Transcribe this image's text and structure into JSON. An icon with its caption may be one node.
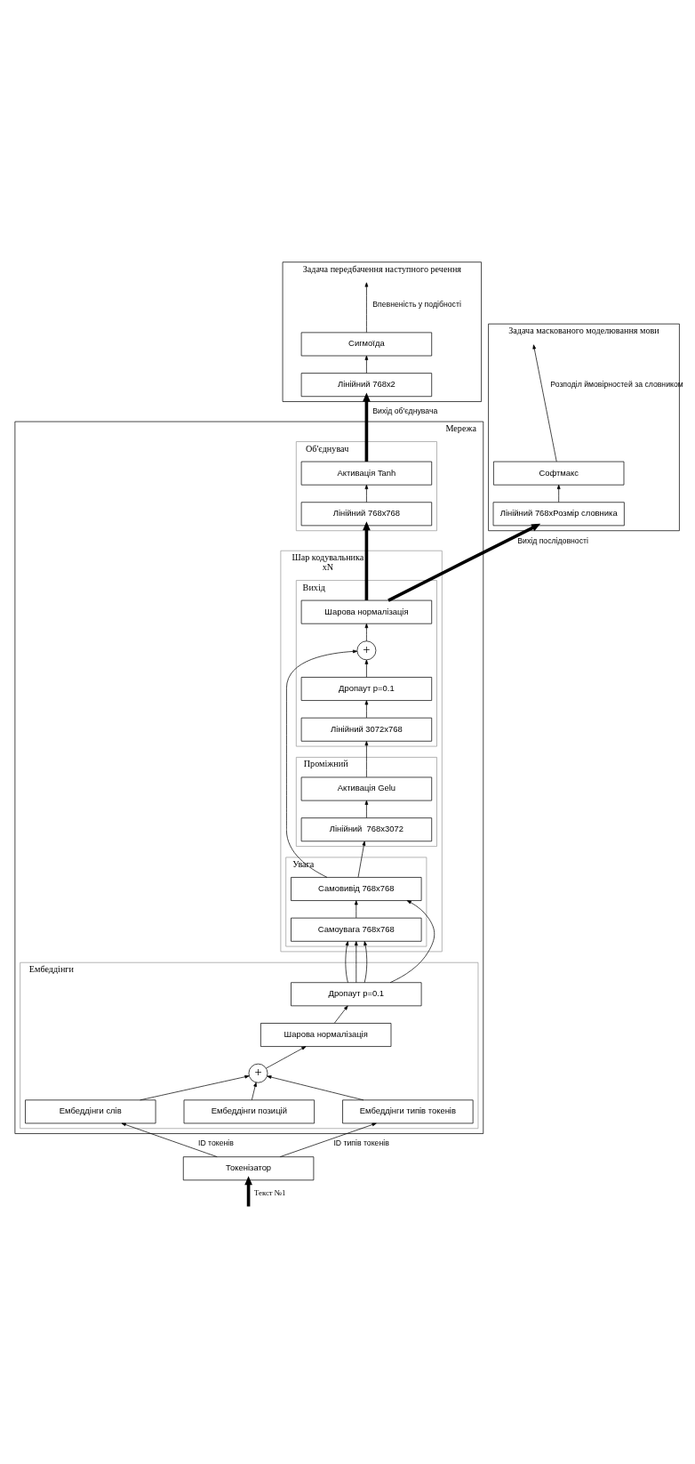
{
  "diagram": {
    "nodes": [
      {
        "text": [
          "Задача передбачення наступного речення"
        ]
      },
      {
        "text": [
          "Лінійний 768x2"
        ],
        "in": 0
      },
      {
        "text": [
          "Сигмоїда"
        ],
        "in": 0
      },
      {
        "text": [
          "Задача маскованого моделювання мови"
        ]
      },
      {
        "text": [
          "Лінійний 768xРозмір словника"
        ],
        "in": 3
      },
      {
        "text": [
          "Софтмакс"
        ],
        "in": 3
      },
      {
        "text": [
          "Мережа"
        ]
      },
      {
        "text": [
          "Об'єднувач"
        ],
        "in": 6
      },
      {
        "text": [
          "Лінійний 768x768"
        ],
        "in": 7
      },
      {
        "text": [
          "Активація Tanh"
        ],
        "in": 7
      },
      {
        "text": [
          "Шар кодувальника",
          "xN"
        ],
        "in": 6
      },
      {
        "text": [
          "Вихід"
        ],
        "in": 10
      },
      {
        "text": [
          "Лінійний 3072x768"
        ],
        "in": 11
      },
      {
        "text": [
          "Дропаут p=0.1"
        ],
        "in": 11
      },
      {
        "text": [
          "+"
        ],
        "in": 11
      },
      {
        "text": [
          "Шарова нормалізація"
        ],
        "in": 11
      },
      {
        "text": [
          "Проміжний"
        ],
        "in": 10
      },
      {
        "text": [
          "Лінійний  768x3072"
        ],
        "in": 16
      },
      {
        "text": [
          "Активація Gelu"
        ],
        "in": 16
      },
      {
        "text": [
          "Увага"
        ],
        "in": 10
      },
      {
        "text": [
          "Самоувага 768x768"
        ],
        "in": 19
      },
      {
        "text": [
          "Самовивід 768x768"
        ],
        "in": 19
      },
      {
        "text": [
          "Ембеддінги"
        ],
        "in": 6
      },
      {
        "text": [
          "Ембеддінги слів"
        ],
        "in": 22
      },
      {
        "text": [
          "Ембеддінги позицій"
        ],
        "in": 22
      },
      {
        "text": [
          "Ембеддінги типів токенів"
        ],
        "in": 22
      },
      {
        "text": [
          "+"
        ],
        "in": 22
      },
      {
        "text": [
          "Шарова нормалізація"
        ],
        "in": 22
      },
      {
        "text": [
          "Дропаут p=0.1"
        ],
        "in": 22
      },
      {
        "text": [
          "Токенізатор"
        ]
      }
    ],
    "edges": [
      {
        "from": null,
        "to": 29,
        "arrow": "to",
        "style": "thick",
        "label": "Текст №1"
      },
      {
        "from": 29,
        "to": 23,
        "arrow": "to",
        "label": "ID токенів"
      },
      {
        "from": 29,
        "to": 25,
        "arrow": "to",
        "label": "ID типів токенів"
      },
      {
        "from": 23,
        "to": 26,
        "arrow": "to"
      },
      {
        "from": 24,
        "to": 26,
        "arrow": "to"
      },
      {
        "from": 25,
        "to": 26,
        "arrow": "to"
      },
      {
        "from": 26,
        "to": 27,
        "arrow": "to"
      },
      {
        "from": 27,
        "to": 28,
        "arrow": "to"
      },
      {
        "from": 28,
        "to": 20,
        "arrow": "to"
      },
      {
        "from": 28,
        "to": 20,
        "arrow": "to"
      },
      {
        "from": 28,
        "to": 20,
        "arrow": "to"
      },
      {
        "from": 28,
        "to": 21,
        "arrow": "to"
      },
      {
        "from": 20,
        "to": 21,
        "arrow": "to"
      },
      {
        "from": 21,
        "to": 17,
        "arrow": "to"
      },
      {
        "from": 21,
        "to": 14,
        "arrow": "to"
      },
      {
        "from": 17,
        "to": 18,
        "arrow": "to"
      },
      {
        "from": 18,
        "to": 12,
        "arrow": "to"
      },
      {
        "from": 12,
        "to": 13,
        "arrow": "to"
      },
      {
        "from": 13,
        "to": 14,
        "arrow": "to"
      },
      {
        "from": 14,
        "to": 15,
        "arrow": "to"
      },
      {
        "from": 15,
        "to": 8,
        "arrow": "to",
        "style": "thick"
      },
      {
        "from": 15,
        "to": 4,
        "arrow": "to",
        "style": "thick",
        "label": "Вихід послідовності"
      },
      {
        "from": 8,
        "to": 9,
        "arrow": "to"
      },
      {
        "from": 9,
        "to": 1,
        "arrow": "to",
        "style": "thick",
        "label": "Вихід об'єднувача"
      },
      {
        "from": 1,
        "to": 2,
        "arrow": "to"
      },
      {
        "from": 2,
        "to": null,
        "arrow": "to",
        "label": "Впевненість у подібності"
      },
      {
        "from": 4,
        "to": 5,
        "arrow": "to"
      },
      {
        "from": 5,
        "to": null,
        "arrow": "to",
        "label": "Розподіл ймовірностей за словником"
      }
    ]
  }
}
